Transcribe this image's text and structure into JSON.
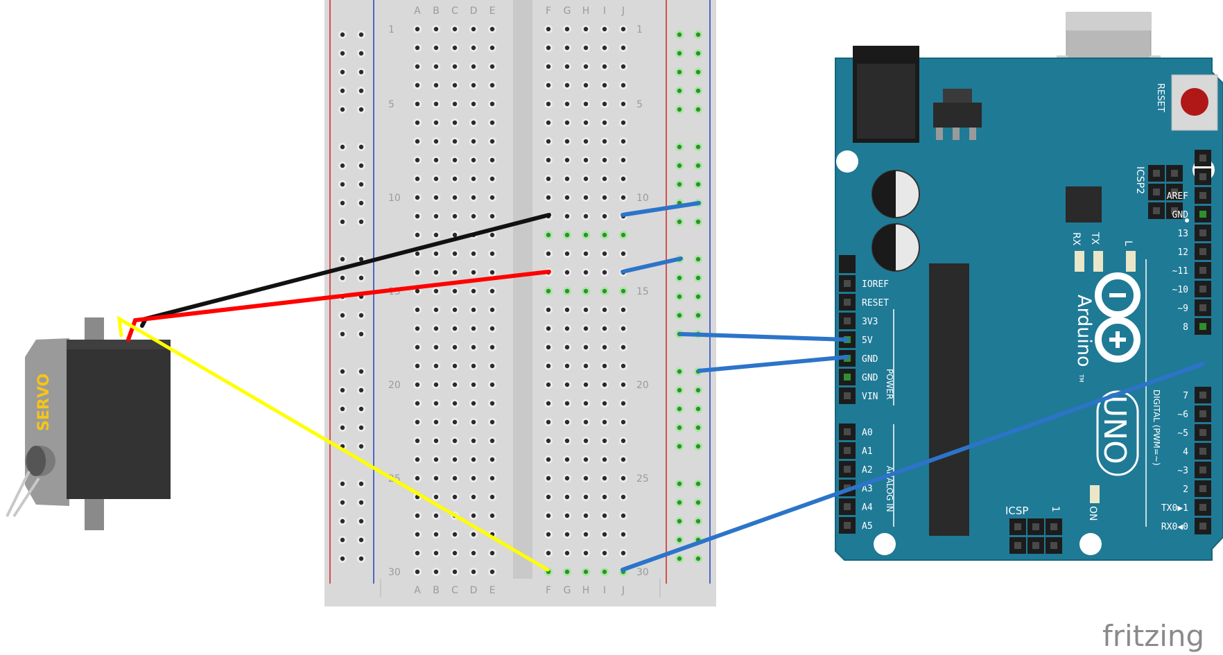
{
  "breadboard": {
    "col_letters_left": [
      "A",
      "B",
      "C",
      "D",
      "E"
    ],
    "col_letters_right": [
      "F",
      "G",
      "H",
      "I",
      "J"
    ],
    "row_numbers": [
      "1",
      "5",
      "10",
      "15",
      "20",
      "25",
      "30"
    ]
  },
  "arduino": {
    "reset_label": "RESET",
    "icsp2_label": "ICSP2",
    "icsp_label": "ICSP",
    "icsp_pin1": "1",
    "rx_label": "RX",
    "tx_label": "TX",
    "l_label": "L",
    "on_label": "ON",
    "brand": "Arduino",
    "tm": "TM",
    "model": "UNO",
    "power_label": "POWER",
    "analog_label": "ANALOG IN",
    "digital_label": "DIGITAL (PWM=~)",
    "power_pins": [
      "IOREF",
      "RESET",
      "3V3",
      "5V",
      "GND",
      "GND",
      "VIN"
    ],
    "analog_pins": [
      "A0",
      "A1",
      "A2",
      "A3",
      "A4",
      "A5"
    ],
    "digital_pins_top": [
      "AREF",
      "GND",
      "13",
      "12",
      "~11",
      "~10",
      "~9",
      "8"
    ],
    "digital_pins_bottom": [
      "7",
      "~6",
      "~5",
      "4",
      "~3",
      "2",
      "TX0▶1",
      "RX0◀0"
    ]
  },
  "servo": {
    "label": "SERVO"
  },
  "watermark": "fritzing",
  "colors": {
    "board_teal": "#1f7a96",
    "breadboard": "#d9d9d9",
    "wire_black": "#111111",
    "wire_red": "#ff0000",
    "wire_yellow": "#ffff00",
    "wire_blue": "#2c74c9",
    "rail_red": "#d62020",
    "rail_blue": "#2040c0"
  }
}
